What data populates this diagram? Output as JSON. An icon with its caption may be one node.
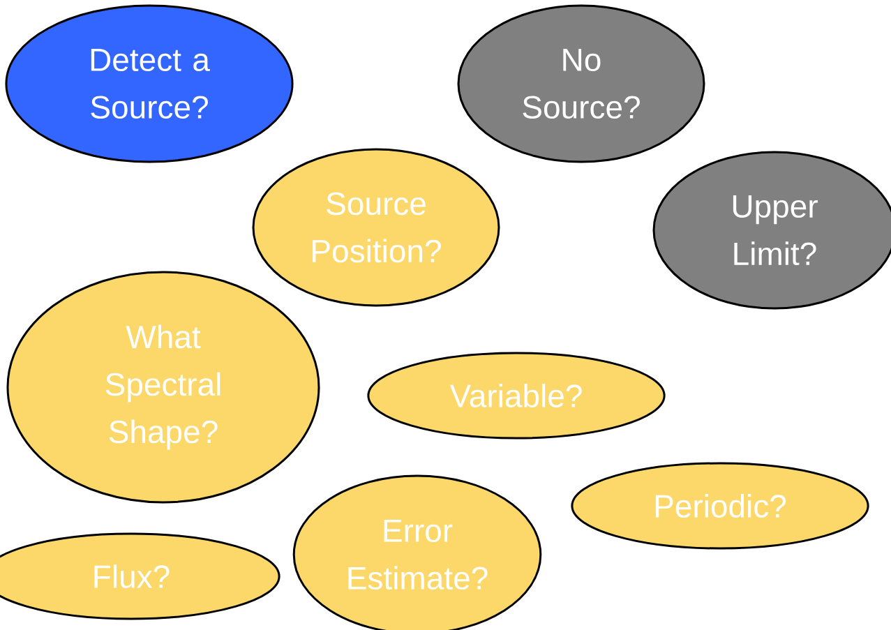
{
  "diagram": {
    "nodes": [
      {
        "text": [
          "Detect a Source?"
        ]
      },
      {
        "text": [
          "No Source?"
        ]
      },
      {
        "text": [
          "Source Position?"
        ]
      },
      {
        "text": [
          "Upper Limit?"
        ]
      },
      {
        "text": [
          "What Spectral Shape?"
        ]
      },
      {
        "text": [
          "Variable?"
        ]
      },
      {
        "text": [
          "Periodic?"
        ]
      },
      {
        "text": [
          "Error Estimate?"
        ]
      },
      {
        "text": [
          "Flux?"
        ]
      }
    ]
  }
}
